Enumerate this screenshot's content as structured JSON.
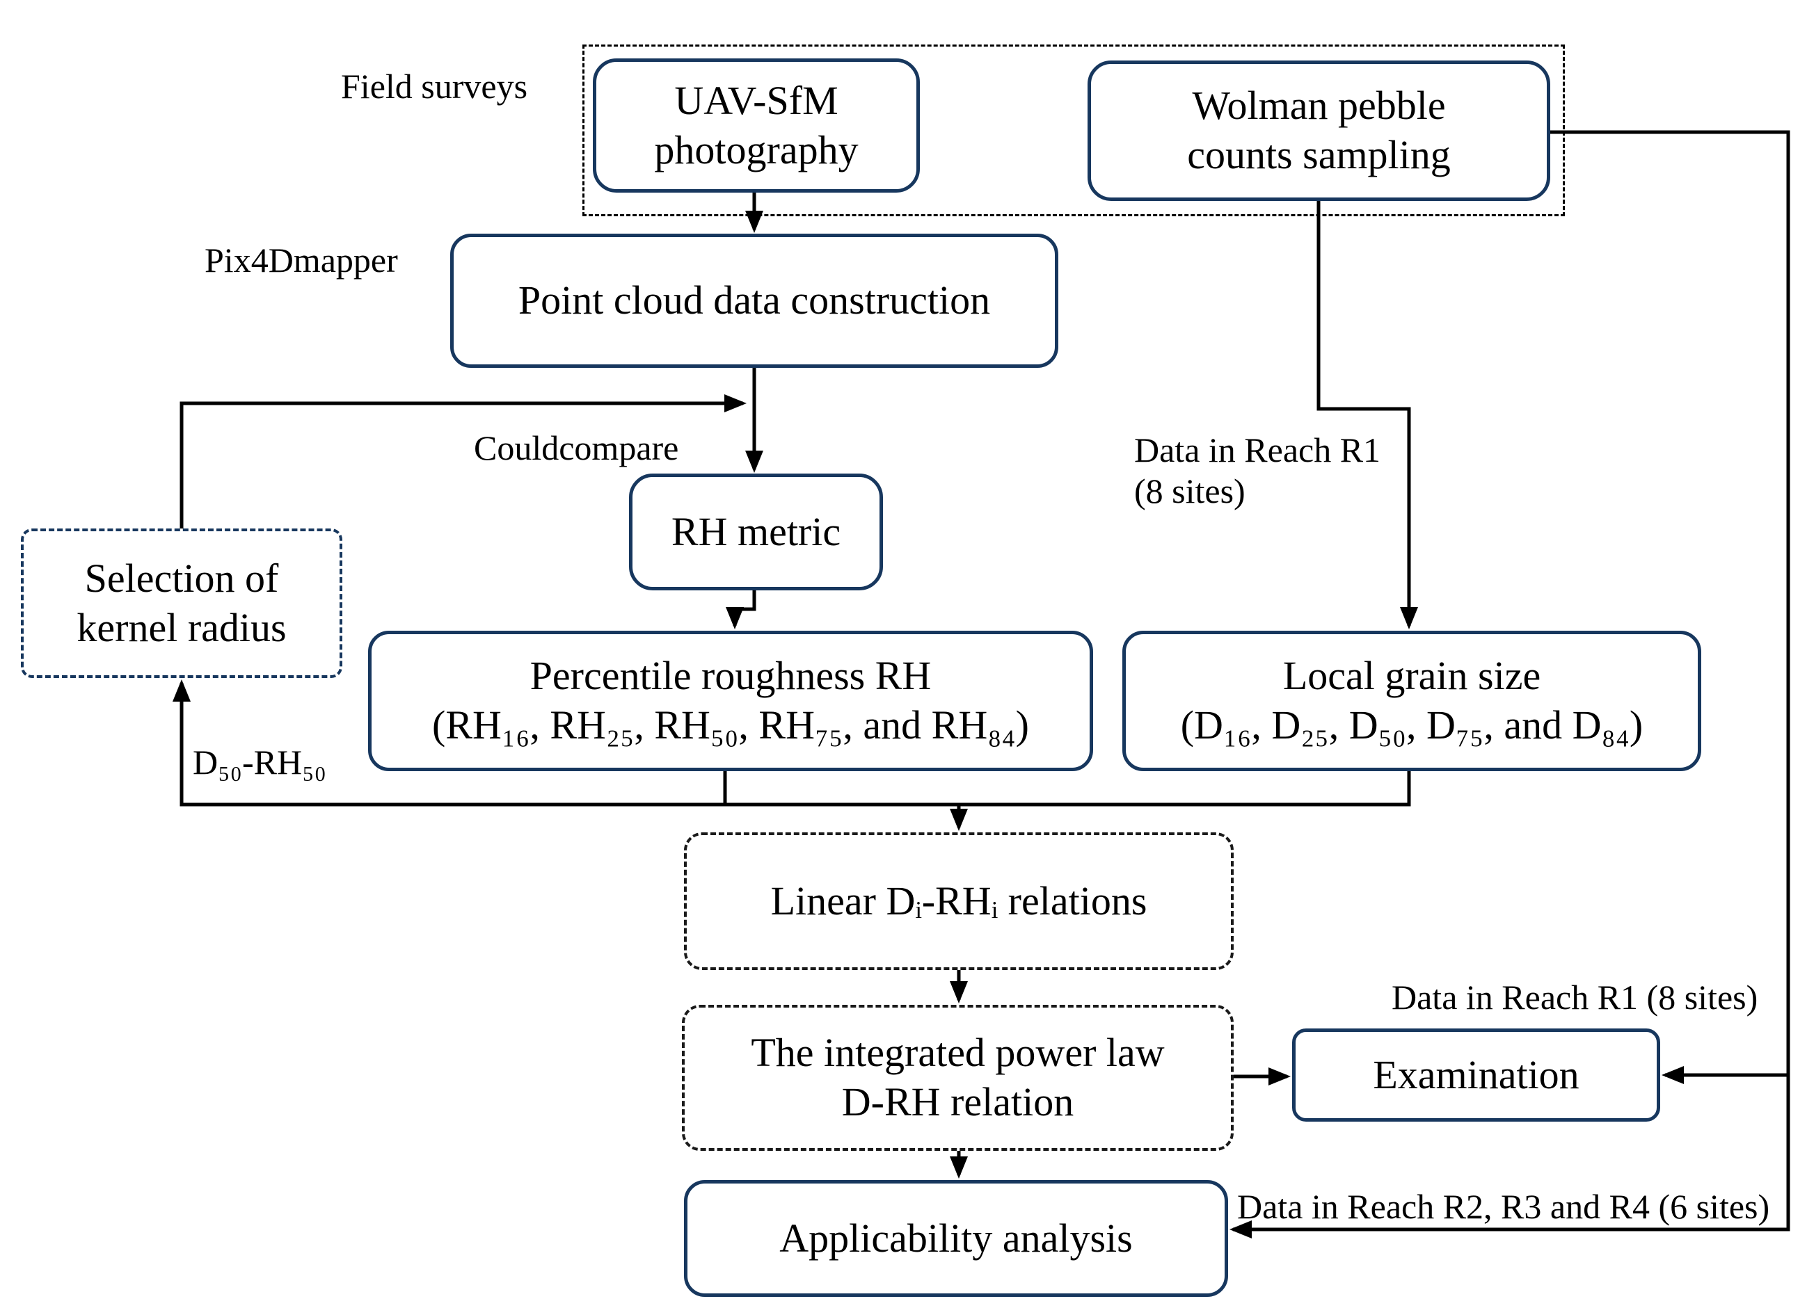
{
  "diagram": {
    "labels": {
      "field_surveys": "Field surveys",
      "pix4dmapper": "Pix4Dmapper",
      "couldcompare": "Couldcompare",
      "data_reach_r1_line1": "Data in Reach R1",
      "data_reach_r1_line2": "(8 sites)",
      "d50_rh50": "D₅₀-RH₅₀",
      "data_reach_r1_8sites": "Data in Reach R1 (8 sites)",
      "data_reach_r2_r3_r4": "Data in Reach R2, R3 and R4 (6 sites)"
    },
    "nodes": {
      "uav": {
        "line1": "UAV-SfM",
        "line2": "photography"
      },
      "wolman": {
        "line1": "Wolman pebble",
        "line2": "counts sampling"
      },
      "point_cloud": {
        "label": "Point cloud data construction"
      },
      "rh_metric": {
        "label": "RH metric"
      },
      "kernel": {
        "line1": "Selection of",
        "line2": "kernel radius"
      },
      "percentile": {
        "line1": "Percentile roughness RH",
        "line2": "(RH₁₆, RH₂₅, RH₅₀, RH₇₅, and RH₈₄)"
      },
      "grain": {
        "line1": "Local grain size",
        "line2": "(D₁₆, D₂₅, D₅₀, D₇₅, and D₈₄)"
      },
      "linear": {
        "label": "Linear Dᵢ-RHᵢ relations"
      },
      "power": {
        "line1": "The integrated power law",
        "line2": "D-RH relation"
      },
      "examination": {
        "label": "Examination"
      },
      "applicability": {
        "label": "Applicability analysis"
      }
    },
    "colors": {
      "box_border": "#17375e",
      "connector": "#000000",
      "text": "#000000"
    }
  }
}
